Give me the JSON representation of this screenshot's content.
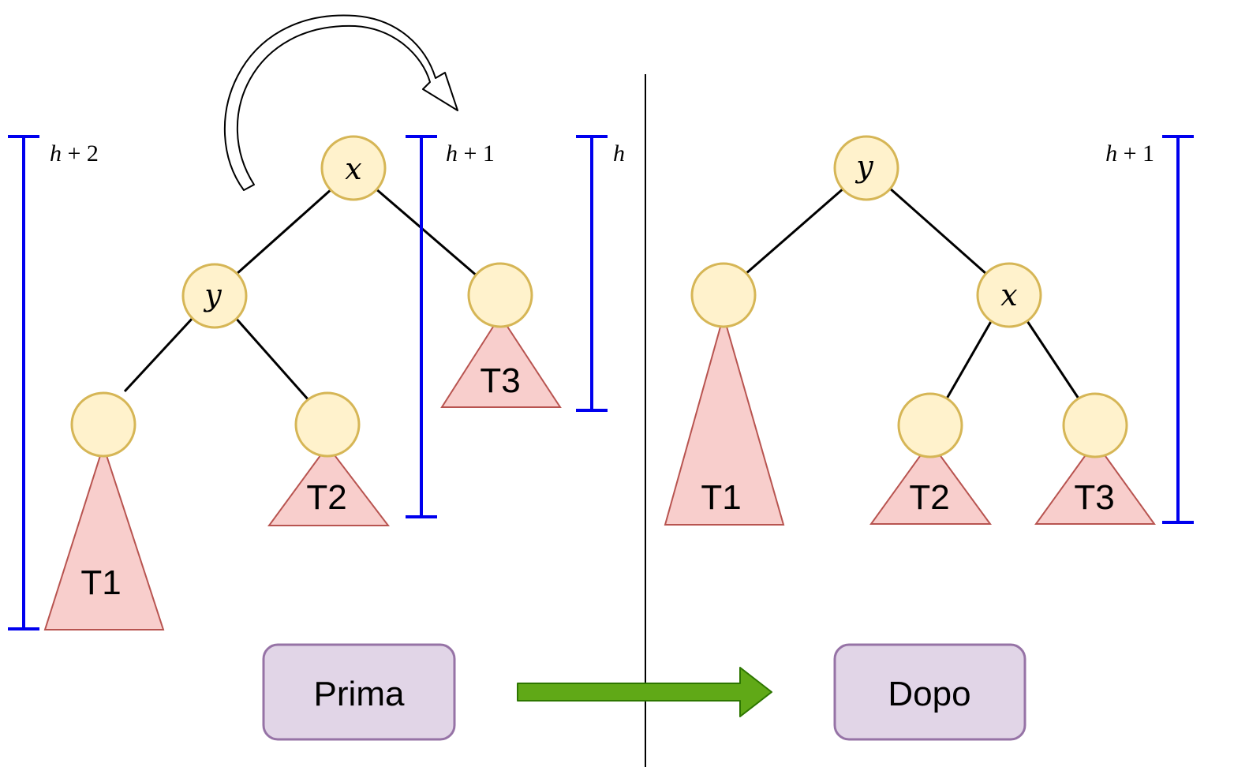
{
  "before": {
    "nodes": {
      "x": "x",
      "y": "y"
    },
    "subtrees": {
      "t1": "T1",
      "t2": "T2",
      "t3": "T3"
    },
    "heights": {
      "total": {
        "var": "h",
        "rest": " + 2"
      },
      "x_subtree": {
        "var": "h",
        "rest": " + 1"
      },
      "t3": {
        "var": "h",
        "rest": ""
      }
    },
    "caption": "Prima"
  },
  "after": {
    "nodes": {
      "y": "y",
      "x": "x"
    },
    "subtrees": {
      "t1": "T1",
      "t2": "T2",
      "t3": "T3"
    },
    "heights": {
      "total": {
        "var": "h",
        "rest": " + 1"
      }
    },
    "caption": "Dopo"
  },
  "colors": {
    "node_fill": "#fff2cc",
    "node_stroke": "#d6b656",
    "subtree_fill": "#f8cecc",
    "subtree_stroke": "#b85450",
    "bracket": "#0000ee",
    "box_fill": "#e1d5e7",
    "box_stroke": "#9673a6",
    "arrow_fill": "#60a917",
    "arrow_stroke": "#2d7600"
  }
}
